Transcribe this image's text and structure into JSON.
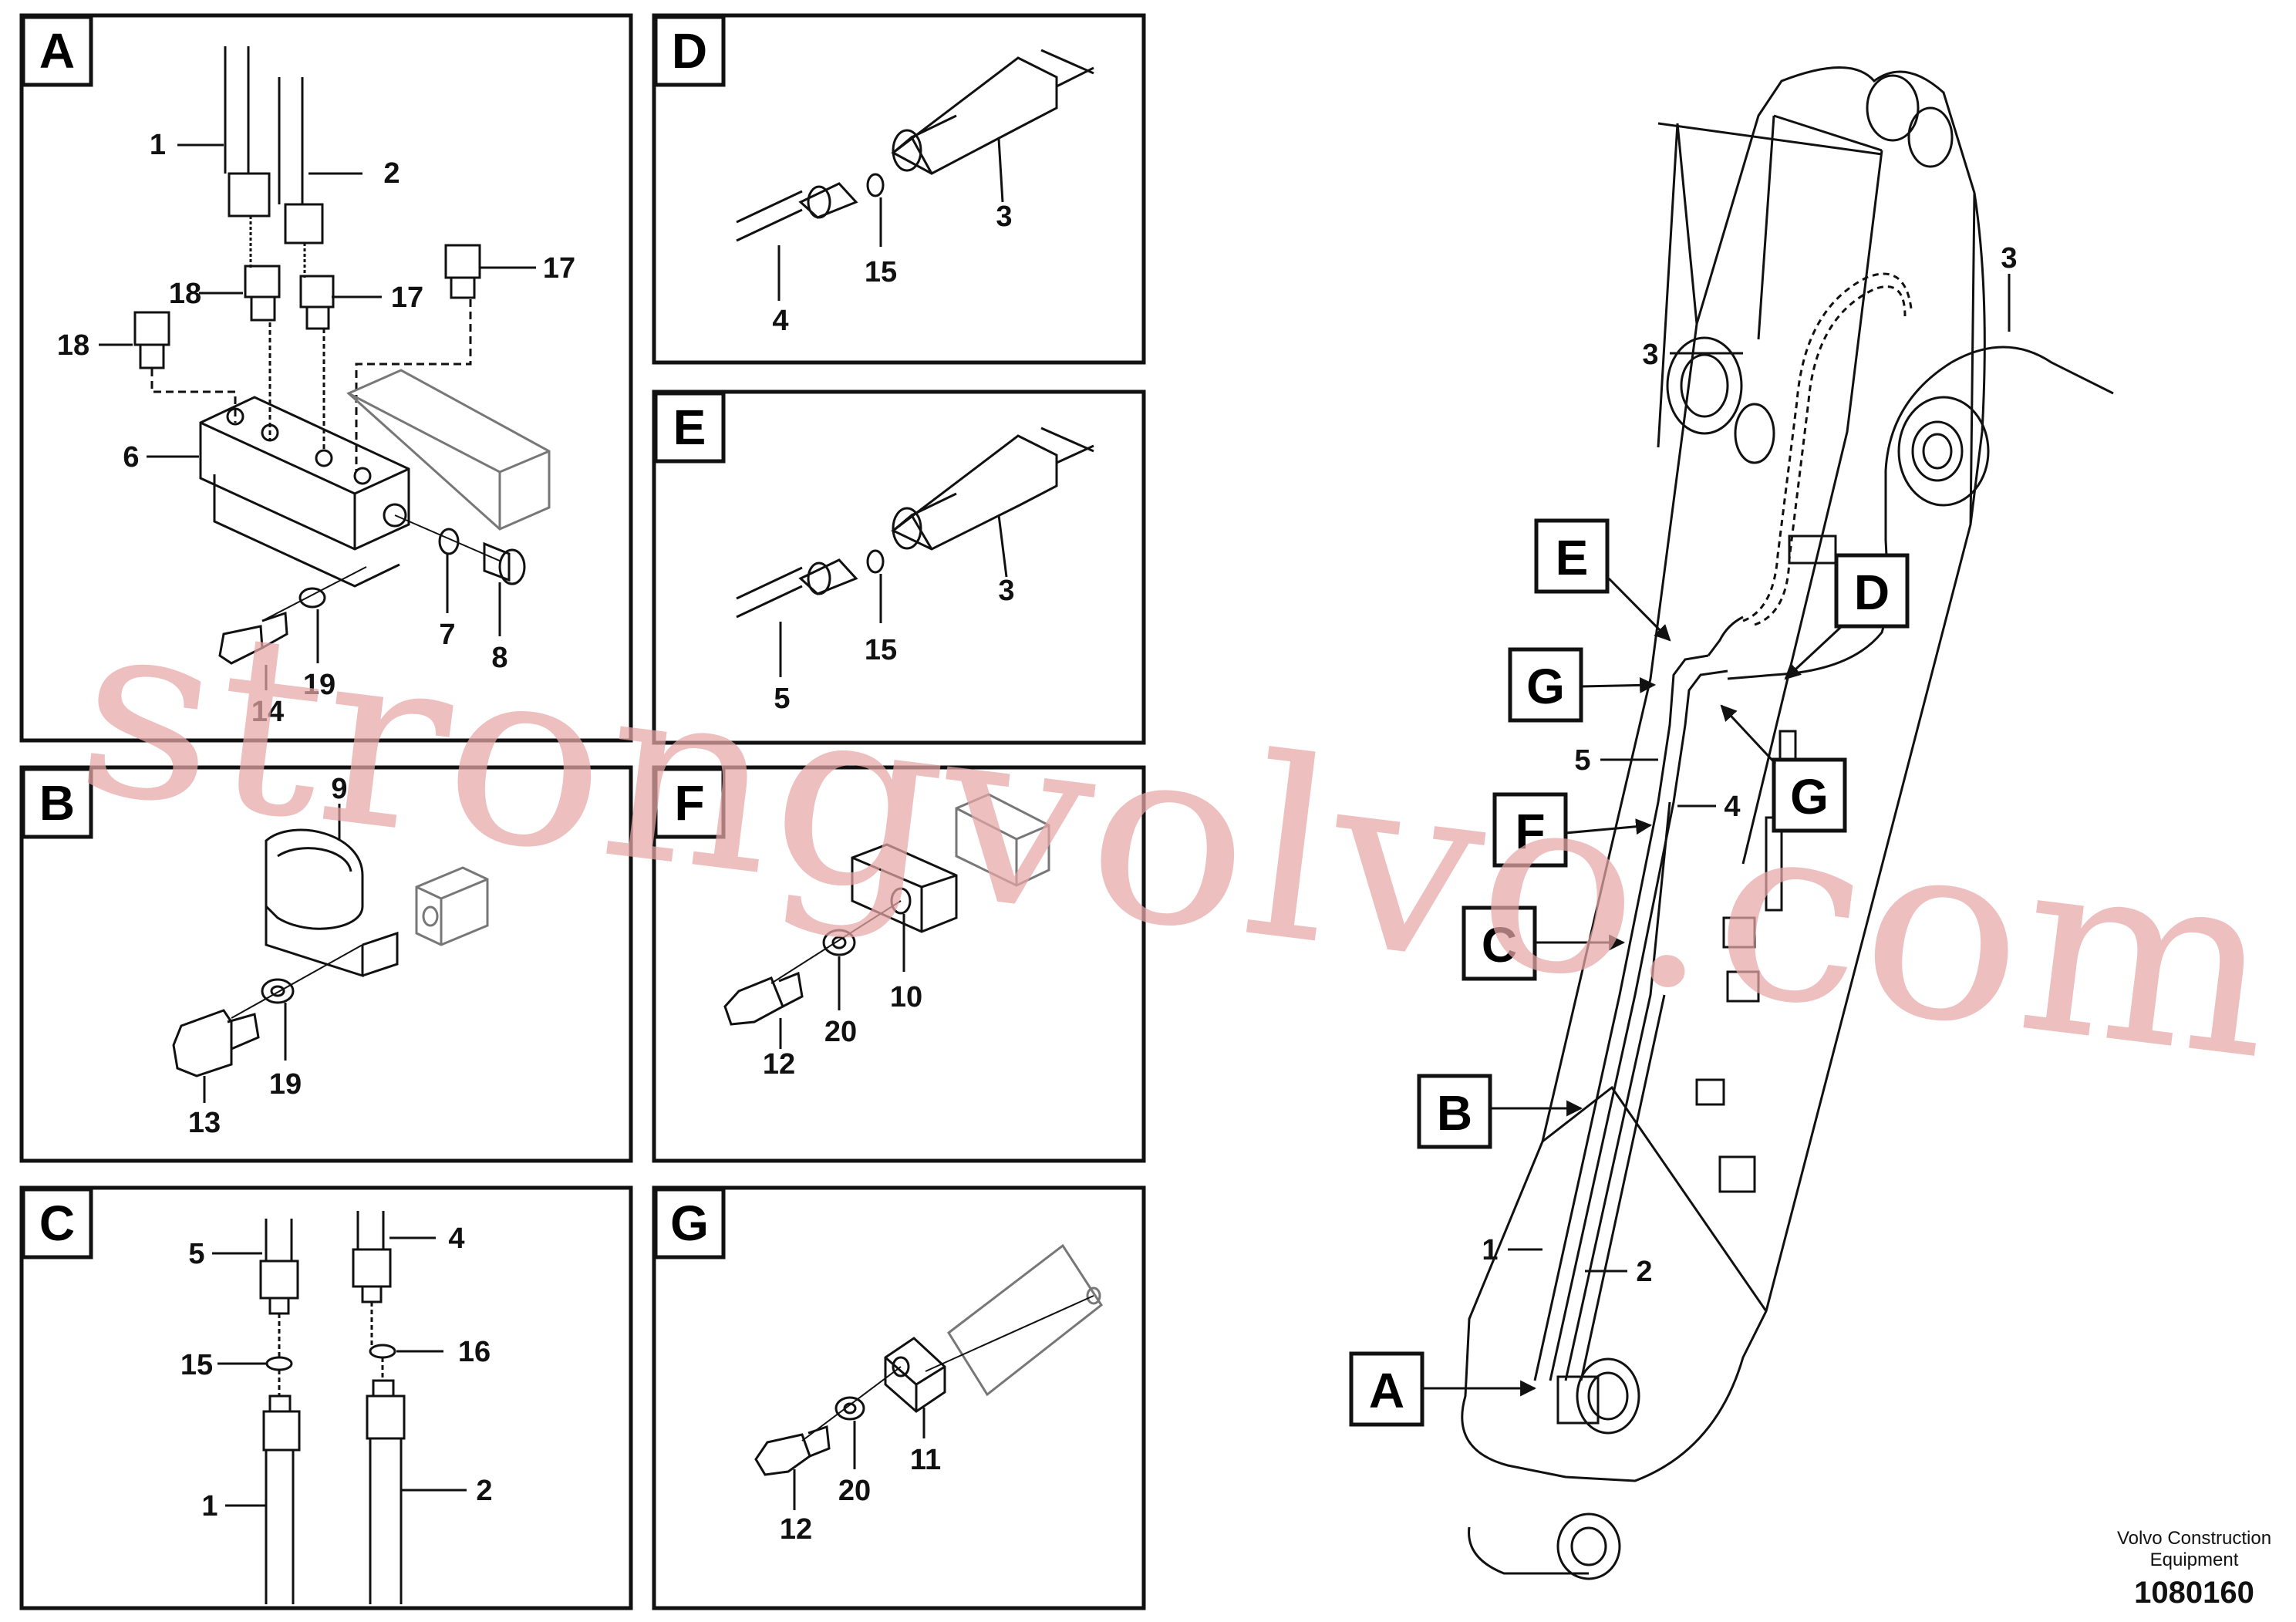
{
  "panels": [
    {
      "letter": "A",
      "labels": [
        "1",
        "2",
        "17",
        "18",
        "17",
        "18",
        "6",
        "7",
        "8",
        "14",
        "19"
      ]
    },
    {
      "letter": "B",
      "labels": [
        "9",
        "13",
        "19"
      ]
    },
    {
      "letter": "C",
      "labels": [
        "5",
        "4",
        "15",
        "16",
        "1",
        "2"
      ]
    },
    {
      "letter": "D",
      "labels": [
        "3",
        "15",
        "4"
      ]
    },
    {
      "letter": "E",
      "labels": [
        "3",
        "15",
        "5"
      ]
    },
    {
      "letter": "F",
      "labels": [
        "10",
        "12",
        "20"
      ]
    },
    {
      "letter": "G",
      "labels": [
        "11",
        "12",
        "20"
      ]
    }
  ],
  "overview": {
    "callouts": [
      "E",
      "G",
      "D",
      "G",
      "F",
      "C",
      "B",
      "A"
    ],
    "labels": [
      "3",
      "3",
      "5",
      "4",
      "1",
      "2"
    ]
  },
  "footer": {
    "company_line1": "Volvo Construction",
    "company_line2": "Equipment",
    "drawing_number": "1080160"
  },
  "watermark": "strongvolvo.com",
  "colors": {
    "line": "#111111",
    "watermark": "#e8a7a7",
    "background": "#ffffff"
  }
}
